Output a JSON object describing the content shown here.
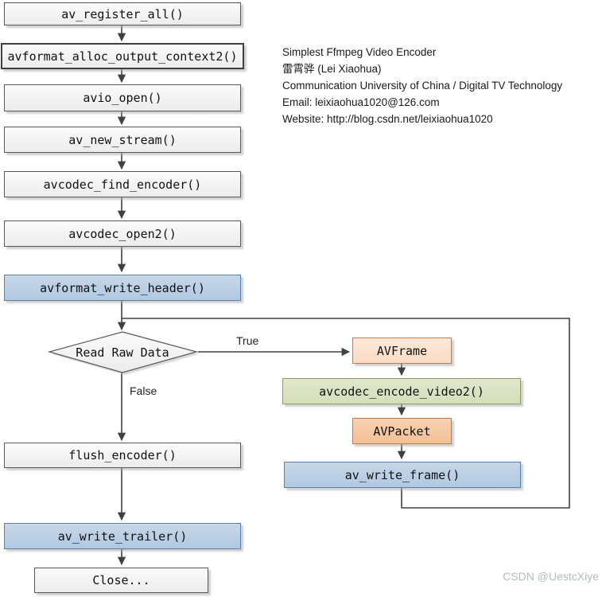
{
  "flow": {
    "left": [
      {
        "label": "av_register_all()",
        "type": "plain"
      },
      {
        "label": "avformat_alloc_output_context2()",
        "type": "plain-emphasized-border"
      },
      {
        "label": "avio_open()",
        "type": "plain"
      },
      {
        "label": "av_new_stream()",
        "type": "plain"
      },
      {
        "label": "avcodec_find_encoder()",
        "type": "plain"
      },
      {
        "label": "avcodec_open2()",
        "type": "plain"
      },
      {
        "label": "avformat_write_header()",
        "type": "blue"
      },
      {
        "label": "flush_encoder()",
        "type": "plain"
      },
      {
        "label": "av_write_trailer()",
        "type": "blue"
      },
      {
        "label": "Close...",
        "type": "plain"
      }
    ],
    "decision": {
      "label": "Read Raw Data",
      "true_label": "True",
      "false_label": "False"
    },
    "right": [
      {
        "label": "AVFrame",
        "type": "peach"
      },
      {
        "label": "avcodec_encode_video2()",
        "type": "green"
      },
      {
        "label": "AVPacket",
        "type": "orange"
      },
      {
        "label": "av_write_frame()",
        "type": "blue"
      }
    ]
  },
  "info_block": {
    "title": "Simplest Ffmpeg Video Encoder",
    "author": "雷霄骅 (Lei Xiaohua)",
    "affiliation": "Communication University of China / Digital TV Technology",
    "email": "Email: leixiaohua1020@126.com",
    "website": "Website: http://blog.csdn.net/leixiaohua1020"
  },
  "watermark": "CSDN @UestcXiye",
  "colors": {
    "plain_fill": "#ececec",
    "plain_border": "#595959",
    "blue_fill": "#b8cde3",
    "blue_border": "#5d82a5",
    "peach_fill": "#fbe2d1",
    "orange_fill": "#f5c8a4",
    "warm_border": "#bf7e4f",
    "green_fill": "#dae1c3",
    "green_border": "#8f9e68",
    "connector": "#404040",
    "watermark_gray": "#b6babd"
  }
}
